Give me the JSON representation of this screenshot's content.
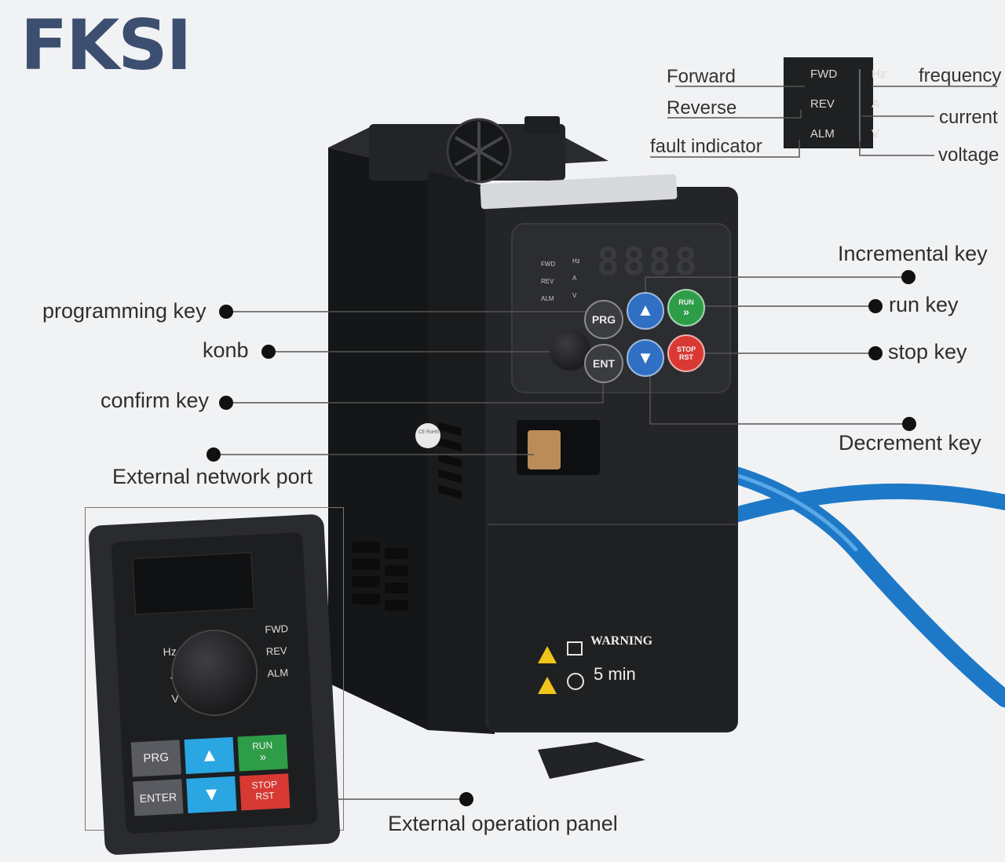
{
  "brand": "FKSI",
  "indicator_box": {
    "left_codes": [
      "FWD",
      "REV",
      "ALM"
    ],
    "right_codes": [
      "Hz",
      "A",
      "V"
    ],
    "left_labels": [
      "Forward",
      "Reverse",
      "fault indicator"
    ],
    "right_labels": [
      "frequency",
      "current",
      "voltage"
    ]
  },
  "callouts": {
    "programming_key": "programming key",
    "knob": "konb",
    "confirm_key": "confirm key",
    "external_network_port": "External network port",
    "incremental_key": "Incremental key",
    "run_key": "run key",
    "stop_key": "stop key",
    "decrement_key": "Decrement key",
    "external_operation_panel": "External operation panel"
  },
  "device": {
    "display": "8888",
    "status_left": [
      "FWD",
      "REV",
      "ALM"
    ],
    "status_right": [
      "Hz",
      "A",
      "V"
    ],
    "keys": {
      "prg": "PRG",
      "ent": "ENT",
      "run_top": "RUN",
      "run_bottom": "»",
      "stop_top": "STOP",
      "stop_bottom": "RST"
    },
    "warning_title": "WARNING",
    "warning_time": "5 min",
    "side_sticker": "CE RoHS"
  },
  "external_panel": {
    "left_indicators": [
      "Hz",
      "A",
      "V"
    ],
    "right_indicators": [
      "FWD",
      "REV",
      "ALM"
    ],
    "keys": {
      "prg": "PRG",
      "enter": "ENTER",
      "run_top": "RUN",
      "run_bottom": "»",
      "stop_top": "STOP",
      "stop_bottom": "RST"
    }
  },
  "colors": {
    "brand": "#3d4f70",
    "device_body": "#1f2022",
    "cable": "#1d79c7",
    "run_key": "#2e9d47",
    "stop_key": "#d83a33",
    "arrow_key_blue": "#2f6fc4",
    "panel_up_down": "#2aa6e2"
  }
}
